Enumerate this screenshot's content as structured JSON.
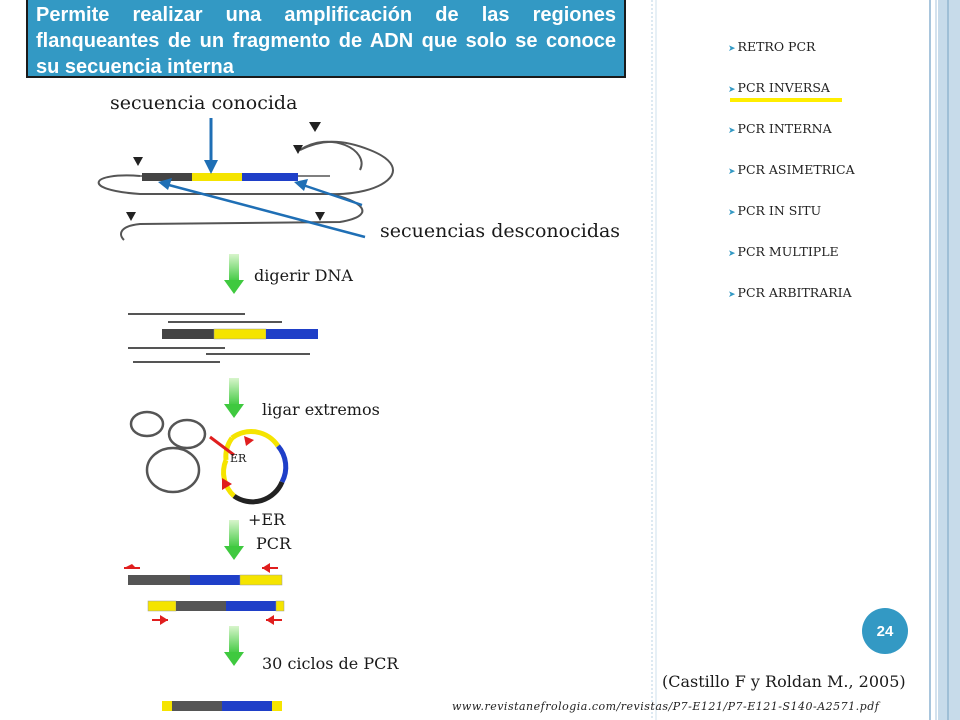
{
  "title": "Permite realizar una amplificación de las regiones flanqueantes de un fragmento de ADN que solo se conoce su secuencia interna",
  "diagram": {
    "known_sequence": "secuencia conocida",
    "unknown_sequences": "secuencias desconocidas",
    "step_digest": "digerir DNA",
    "step_ligate": "ligar extremos",
    "er_label": "ER",
    "step_er": "+ER",
    "step_pcr": "PCR",
    "step_cycles": "30 ciclos de PCR"
  },
  "menu": {
    "items": [
      {
        "label": "RETRO PCR"
      },
      {
        "label": "PCR INVERSA"
      },
      {
        "label": "PCR INTERNA"
      },
      {
        "label": "PCR ASIMETRICA"
      },
      {
        "label": "PCR IN SITU"
      },
      {
        "label": "PCR MULTIPLE"
      },
      {
        "label": "PCR ARBITRARIA"
      }
    ],
    "highlight_color": "#ffee00"
  },
  "page_number": "24",
  "citation": "(Castillo F y Roldan M., 2005)",
  "url": "www.revistanefrologia.com/revistas/P7-E121/P7-E121-S140-A2571.pdf",
  "colors": {
    "accent": "#3399c4",
    "yellow": "#f5e400",
    "blue": "#1f3fc8",
    "dark": "#444444",
    "green_arrow": "#7ed957",
    "red": "#e01e1e"
  }
}
